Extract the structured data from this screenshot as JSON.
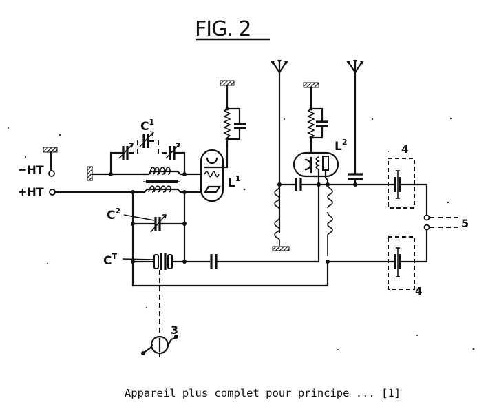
{
  "figure": {
    "title": "FIG. 2",
    "caption": "Appareil plus complet pour principe ... [1]"
  },
  "labels": {
    "minus_ht": "−HT",
    "plus_ht": "+HT",
    "c1": "C",
    "c1_sup": "1",
    "c2": "C",
    "c2_sup": "2",
    "ct": "C",
    "ct_sup": "T",
    "l1": "L",
    "l1_sup": "1",
    "l2": "L",
    "l2_sup": "2",
    "n3": "3",
    "n4_top": "4",
    "n4_bottom": "4",
    "n5": "5"
  },
  "components": [
    {
      "id": "minus-ht-terminal",
      "type": "terminal"
    },
    {
      "id": "plus-ht-terminal",
      "type": "terminal"
    },
    {
      "id": "c1",
      "type": "variable-capacitor-gang"
    },
    {
      "id": "c2",
      "type": "variable-capacitor"
    },
    {
      "id": "ct",
      "type": "trimmer-capacitor"
    },
    {
      "id": "l1",
      "type": "vacuum-tube"
    },
    {
      "id": "l2",
      "type": "vacuum-tube"
    },
    {
      "id": "3",
      "type": "motor-drive"
    },
    {
      "id": "4",
      "type": "shielded-capacitor",
      "count": 2
    },
    {
      "id": "5",
      "type": "output-terminals"
    },
    {
      "id": "antenna-1",
      "type": "antenna"
    },
    {
      "id": "antenna-2",
      "type": "antenna"
    }
  ]
}
